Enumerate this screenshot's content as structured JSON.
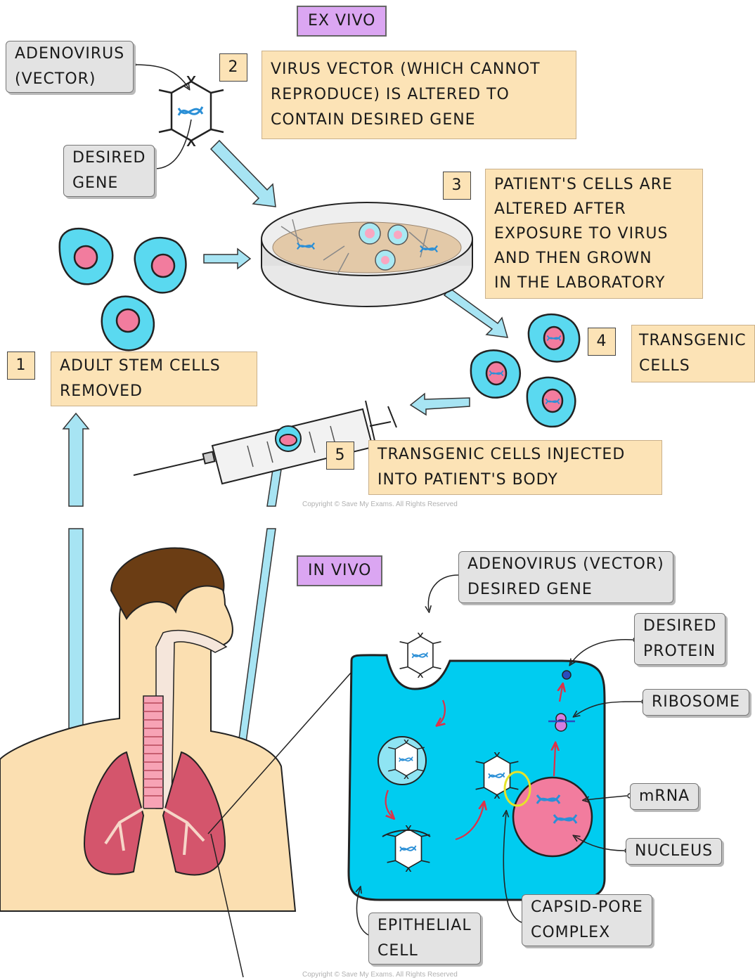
{
  "sections": {
    "ex_vivo": "EX VIVO",
    "in_vivo": "IN VIVO"
  },
  "labels": {
    "adenovirus_vector": [
      "ADENOVIRUS",
      "(VECTOR)"
    ],
    "desired_gene": [
      "DESIRED",
      "GENE"
    ],
    "adenovirus_in_vivo": [
      "ADENOVIRUS (VECTOR)",
      "DESIRED GENE"
    ],
    "desired_protein": [
      "DESIRED",
      "PROTEIN"
    ],
    "ribosome": "RIBOSOME",
    "mrna": "mRNA",
    "nucleus": "NUCLEUS",
    "capsid_pore": [
      "CAPSID-PORE",
      "COMPLEX"
    ],
    "epithelial_cell": [
      "EPITHELIAL",
      "CELL"
    ]
  },
  "steps": [
    {
      "number": "1",
      "text": [
        "ADULT STEM CELLS",
        "REMOVED"
      ]
    },
    {
      "number": "2",
      "text": [
        "VIRUS VECTOR (WHICH CANNOT",
        "REPRODUCE) IS ALTERED TO",
        "CONTAIN DESIRED GENE"
      ]
    },
    {
      "number": "3",
      "text": [
        "PATIENT'S CELLS ARE",
        "ALTERED AFTER",
        "EXPOSURE TO VIRUS",
        "AND THEN GROWN",
        "IN THE LABORATORY"
      ]
    },
    {
      "number": "4",
      "text": [
        "TRANSGENIC",
        "CELLS"
      ]
    },
    {
      "number": "5",
      "text": [
        "TRANSGENIC CELLS INJECTED",
        "INTO PATIENT'S BODY"
      ]
    }
  ],
  "copyright": "Copyright © Save My Exams. All Rights Reserved",
  "colors": {
    "cell_cyan": "#5ad9f0",
    "nucleus_pink": "#f27c9e",
    "skin": "#fbdfb1",
    "hair": "#6b3d14",
    "lung": "#d4556c",
    "label_cream": "#fce3b6",
    "label_purple": "#dba6f2",
    "arrow_blue": "#a7e4f3",
    "epithelial_cell": "#00ccf0",
    "red_arrow": "#e03046"
  }
}
